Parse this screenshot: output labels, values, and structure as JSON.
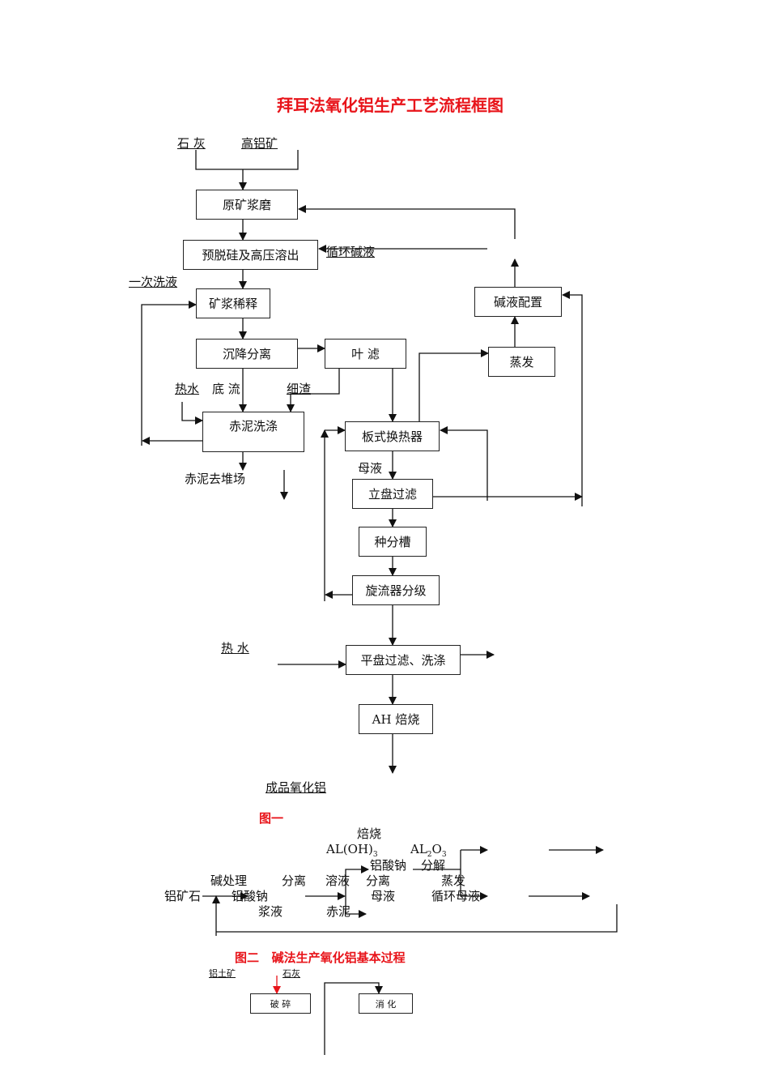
{
  "title": "拜耳法氧化铝生产工艺流程框图",
  "figure1": {
    "inputs": {
      "lime": "石 灰",
      "bauxite": "高铝矿"
    },
    "boxes": {
      "grinding": "原矿浆磨",
      "digestion": "预脱硅及高压溶出",
      "dilution": "矿浆稀释",
      "settling": "沉降分离",
      "leaf_filter": "叶 滤",
      "caustic_prep": "碱液配置",
      "evaporation": "蒸发",
      "mud_washing": "赤泥洗涤",
      "plate_exchanger": "板式换热器",
      "vertical_filter": "立盘过滤",
      "precipitation": "种分槽",
      "cyclone": "旋流器分级",
      "pan_filter": "平盘过滤、洗涤",
      "calcination": "AH 焙烧"
    },
    "labels": {
      "recycle_caustic": "循环碱液",
      "first_wash": "一次洗液",
      "hot_water_1": "热水",
      "underflow": "底 流",
      "fine_residue": "细渣",
      "mud_disposal": "赤泥去堆场",
      "mother_liquor": "母液",
      "hot_water_2": "热 水",
      "product": "成品氧化铝"
    },
    "caption": "图一"
  },
  "figure2": {
    "labels": {
      "calcine": "焙烧",
      "aloh3": "AL(OH)",
      "aloh3_sub": "3",
      "al2o3_a": "AL",
      "al2o3_sub1": "2",
      "al2o3_b": "O",
      "al2o3_sub2": "3",
      "aluminate_1": "铝酸钠",
      "decompose": "分解",
      "alkali_treat": "碱处理",
      "separate_1": "分离",
      "solution": "溶液",
      "separate_2": "分离",
      "evaporate": "蒸发",
      "ore": "铝矿石",
      "aluminate_2": "铝酸钠",
      "mother_liquor": "母液",
      "recycle_liquor": "循环母液",
      "slurry": "浆液",
      "red_mud": "赤泥"
    },
    "caption": "图二   碱法生产氧化铝基本过程"
  },
  "figure3": {
    "inputs": {
      "bauxite": "铝土矿",
      "lime": "石灰"
    },
    "boxes": {
      "crushing": "破 碎",
      "slaking": "消 化"
    }
  }
}
